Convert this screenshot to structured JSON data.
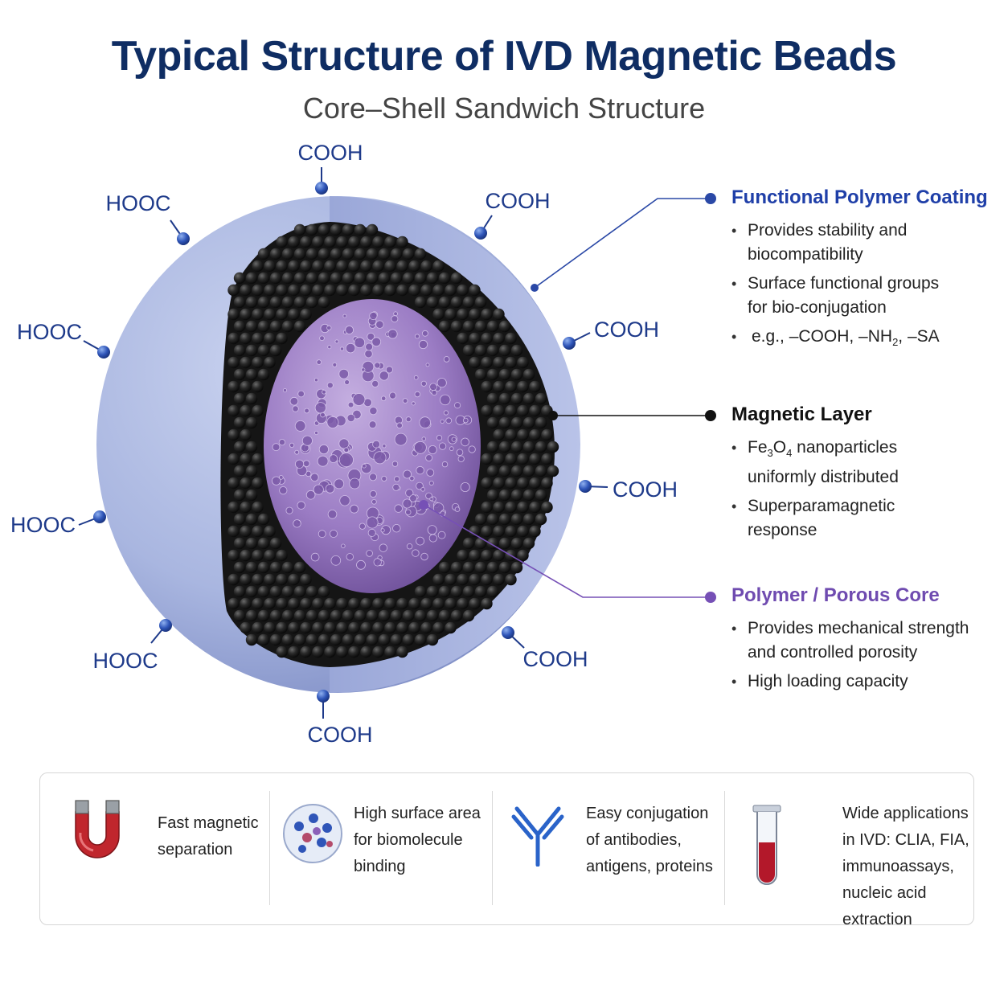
{
  "title": "Typical Structure of IVD Magnetic Beads",
  "subtitle": "Core–Shell Sandwich Structure",
  "functional_groups": [
    "COOH",
    "COOH",
    "COOH",
    "COOH",
    "COOH",
    "COOH",
    "HOOC",
    "HOOC",
    "HOOC",
    "HOOC"
  ],
  "layers": {
    "coating": {
      "title": "Functional Polymer Coating",
      "bullets": [
        "Provides stability and",
        "biocompatibility",
        "Surface functional groups",
        "for bio-conjugation",
        "e.g., –COOH, –NH",
        "2",
        ", –SA"
      ],
      "color": "#1f3fa8"
    },
    "magnetic": {
      "title": "Magnetic Layer",
      "bullets": [
        "Fe",
        "3",
        "O",
        "4",
        " nanoparticles",
        "uniformly distributed",
        "Superparamagnetic",
        "response"
      ],
      "color": "#111111"
    },
    "core": {
      "title": "Polymer / Porous Core",
      "bullets": [
        "Provides mechanical strength",
        "and controlled porosity",
        "High loading capacity"
      ],
      "color": "#6f4bb0"
    }
  },
  "features": [
    {
      "icon": "magnet-icon",
      "lines": [
        "Fast magnetic",
        "separation"
      ]
    },
    {
      "icon": "bead-cluster-icon",
      "lines": [
        "High surface area",
        "for biomolecule",
        "binding"
      ]
    },
    {
      "icon": "antibody-icon",
      "lines": [
        "Easy conjugation",
        "of antibodies,",
        "antigens, proteins"
      ]
    },
    {
      "icon": "test-tube-icon",
      "lines": [
        "Wide applications",
        "in IVD: CLIA, FIA,",
        "immunoassays,",
        "nucleic acid extraction"
      ]
    }
  ],
  "colors": {
    "title": "#0f2d63",
    "shell": "#a9b6e0",
    "magnetic_particles": "#1b1b1b",
    "core": "#9b7cc4",
    "coating_accent": "#1f3fa8",
    "core_accent": "#6f4bb0"
  }
}
